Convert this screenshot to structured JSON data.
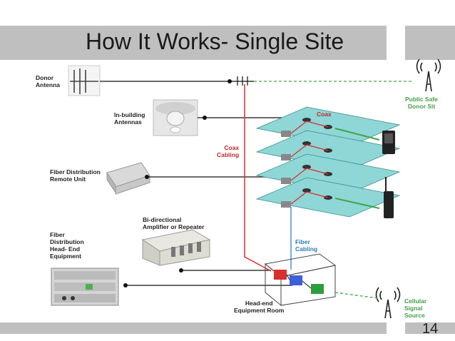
{
  "slide": {
    "title": "How It Works- Single Site",
    "page_number": "14"
  },
  "labels": {
    "donor_antenna": [
      "Donor",
      "Antenna"
    ],
    "inbuilding_antennas": [
      "In-building",
      "Antennas"
    ],
    "fiber_remote_unit": [
      "Fiber Distribution",
      "Remote Unit"
    ],
    "amplifier": [
      "Bi-directional",
      "Amplifier or Repeater"
    ],
    "headend_equipment": [
      "Fiber",
      "Distribution",
      "Head- End",
      "Equipment"
    ],
    "coax_cabling": [
      "Coax",
      "Cabling"
    ],
    "coax_top": "Coax",
    "fiber_cabling": [
      "Fiber",
      "Cabling"
    ],
    "headend_room": [
      "Head-end",
      "Equipment Room"
    ],
    "public_safety": [
      "Public Safe",
      "Donor Sit"
    ],
    "cellular": [
      "Cellular",
      "Signal",
      "Source"
    ]
  },
  "colors": {
    "coax": "#d9302c",
    "fiber": "#4a90d9",
    "floor": "#8fd6d6",
    "signal": "#3fa648",
    "gray_bar": "#bfbfbf"
  }
}
